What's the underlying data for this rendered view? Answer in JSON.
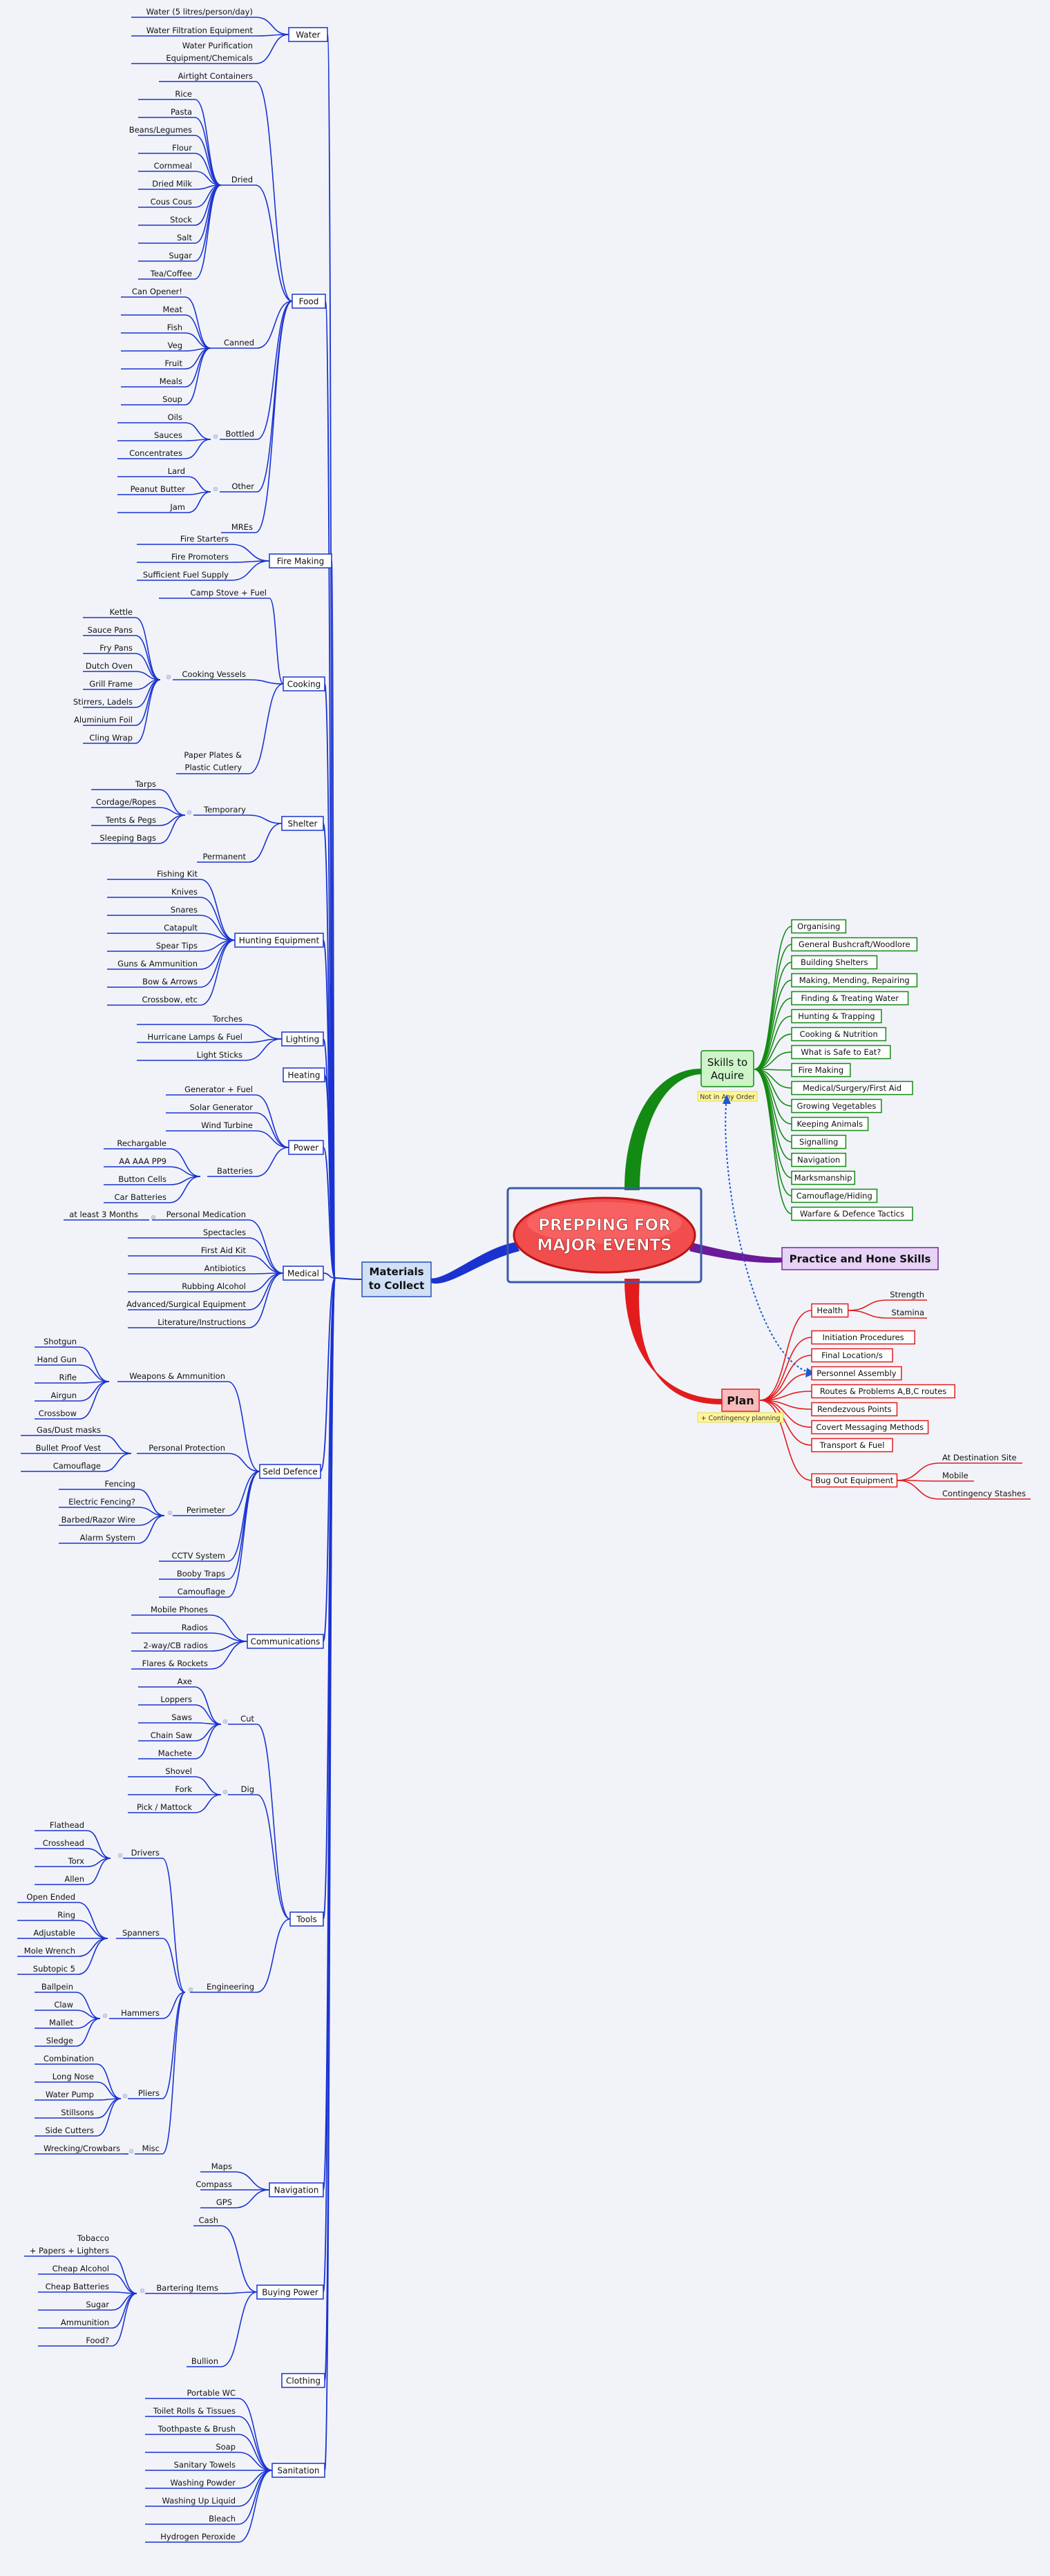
{
  "central_topic": {
    "lines": [
      "PREPPING FOR",
      "MAJOR EVENTS"
    ]
  },
  "main_topics": {
    "materials": {
      "lines": [
        "Materials",
        "to Collect"
      ]
    },
    "skills": {
      "lines": [
        "Skills to",
        "Aquire"
      ],
      "note": "Not in Any Order"
    },
    "practice": {
      "label": "Practice and Hone Skills"
    },
    "plan": {
      "label": "Plan",
      "note": "+ Contingency planning"
    }
  },
  "skills_items": [
    "Organising",
    "General Bushcraft/Woodlore",
    "Building Shelters",
    "Making, Mending, Repairing",
    "Finding & Treating Water",
    "Hunting & Trapping",
    "Cooking & Nutrition",
    "What is Safe to Eat?",
    "Fire Making",
    "Medical/Surgery/First Aid",
    "Growing Vegetables",
    "Keeping Animals",
    "Signalling",
    "Navigation",
    "Marksmanship",
    "Camouflage/Hiding",
    "Warfare & Defence Tactics"
  ],
  "plan_items": [
    "Health",
    "Initiation Procedures",
    "Final Location/s",
    "Personnel Assembly",
    "Routes & Problems A,B,C routes",
    "Rendezvous Points",
    "Covert Messaging Methods",
    "Transport & Fuel",
    "Bug Out Equipment"
  ],
  "plan_sub": {
    "health": [
      "Strength",
      "Stamina"
    ],
    "bugout": [
      "At Destination Site",
      "Mobile",
      "Contingency Stashes"
    ]
  },
  "materials": {
    "water": {
      "label": "Water",
      "items": [
        "Water (5 litres/person/day)",
        "Water Filtration Equipment",
        "Water Purification",
        "Equipment/Chemicals"
      ]
    },
    "food": {
      "label": "Food",
      "items": [
        "Airtight Containers",
        "MREs"
      ],
      "dried": {
        "label": "Dried",
        "items": [
          "Rice",
          "Pasta",
          "Beans/Legumes",
          "Flour",
          "Cornmeal",
          "Dried Milk",
          "Cous Cous",
          "Stock",
          "Salt",
          "Sugar",
          "Tea/Coffee"
        ]
      },
      "canned": {
        "label": "Canned",
        "items": [
          "Can Opener!",
          "Meat",
          "Fish",
          "Veg",
          "Fruit",
          "Meals",
          "Soup"
        ]
      },
      "bottled": {
        "label": "Bottled",
        "items": [
          "Oils",
          "Sauces",
          "Concentrates"
        ]
      },
      "other": {
        "label": "Other",
        "items": [
          "Lard",
          "Peanut Butter",
          "Jam"
        ]
      }
    },
    "fire": {
      "label": "Fire Making",
      "items": [
        "Fire Starters",
        "Fire Promoters",
        "Sufficient Fuel Supply"
      ]
    },
    "cooking": {
      "label": "Cooking",
      "items": [
        "Camp Stove + Fuel",
        "Paper Plates &",
        "Plastic Cutlery"
      ],
      "vessels": {
        "label": "Cooking Vessels",
        "items": [
          "Kettle",
          "Sauce Pans",
          "Fry Pans",
          "Dutch Oven",
          "Grill Frame",
          "Stirrers, Ladels",
          "Aluminium Foil",
          "Cling Wrap"
        ]
      }
    },
    "shelter": {
      "label": "Shelter",
      "items": [
        "Permanent"
      ],
      "temporary": {
        "label": "Temporary",
        "items": [
          "Tarps",
          "Cordage/Ropes",
          "Tents & Pegs",
          "Sleeping Bags"
        ]
      }
    },
    "hunting": {
      "label": "Hunting Equipment",
      "items": [
        "Fishing Kit",
        "Knives",
        "Snares",
        "Catapult",
        "Spear Tips",
        "Guns & Ammunition",
        "Bow & Arrows",
        "Crossbow, etc"
      ]
    },
    "lighting": {
      "label": "Lighting",
      "items": [
        "Torches",
        "Hurricane Lamps & Fuel",
        "Light Sticks"
      ]
    },
    "heating": {
      "label": "Heating"
    },
    "power": {
      "label": "Power",
      "items": [
        "Generator + Fuel",
        "Solar Generator",
        "Wind Turbine"
      ],
      "batteries": {
        "label": "Batteries",
        "items": [
          "Rechargable",
          "AA AAA PP9",
          "Button Cells",
          "Car Batteries"
        ]
      }
    },
    "medical": {
      "label": "Medical",
      "items": [
        "Spectacles",
        "First Aid Kit",
        "Antibiotics",
        "Rubbing Alcohol",
        "Advanced/Surgical Equipment",
        "Literature/Instructions"
      ],
      "personal": {
        "label": "Personal Medication",
        "items": [
          "at least 3 Months"
        ]
      }
    },
    "defence": {
      "label": "Seld Defence",
      "items": [
        "CCTV System",
        "Booby Traps",
        "Camouflage"
      ],
      "weapons": {
        "label": "Weapons & Ammunition",
        "items": [
          "Shotgun",
          "Hand Gun",
          "Rifle",
          "Airgun",
          "Crossbow"
        ]
      },
      "protection": {
        "label": "Personal Protection",
        "items": [
          "Gas/Dust masks",
          "Bullet Proof Vest",
          "Camouflage"
        ]
      },
      "perimeter": {
        "label": "Perimeter",
        "items": [
          "Fencing",
          "Electric Fencing?",
          "Barbed/Razor Wire",
          "Alarm System"
        ]
      }
    },
    "comms": {
      "label": "Communications",
      "items": [
        "Mobile Phones",
        "Radios",
        "2-way/CB radios",
        "Flares & Rockets"
      ]
    },
    "tools": {
      "label": "Tools",
      "cut": {
        "label": "Cut",
        "items": [
          "Axe",
          "Loppers",
          "Saws",
          "Chain Saw",
          "Machete"
        ]
      },
      "dig": {
        "label": "Dig",
        "items": [
          "Shovel",
          "Fork",
          "Pick / Mattock"
        ]
      },
      "engineering": {
        "label": "Engineering",
        "drivers": {
          "label": "Drivers",
          "items": [
            "Flathead",
            "Crosshead",
            "Torx",
            "Allen"
          ]
        },
        "spanners": {
          "label": "Spanners",
          "items": [
            "Open Ended",
            "Ring",
            "Adjustable",
            "Mole Wrench",
            "Subtopic 5"
          ]
        },
        "hammers": {
          "label": "Hammers",
          "items": [
            "Ballpein",
            "Claw",
            "Mallet",
            "Sledge"
          ]
        },
        "pliers": {
          "label": "Pliers",
          "items": [
            "Combination",
            "Long Nose",
            "Water Pump",
            "Stillsons",
            "Side Cutters"
          ]
        },
        "misc": {
          "label": "Misc",
          "items": [
            "Wrecking/Crowbars"
          ]
        }
      }
    },
    "navigation": {
      "label": "Navigation",
      "items": [
        "Maps",
        "Compass",
        "GPS"
      ]
    },
    "buying": {
      "label": "Buying Power",
      "items": [
        "Cash",
        "Bullion"
      ],
      "barter": {
        "label": "Bartering Items",
        "items": [
          "Tobacco",
          "+ Papers + Lighters",
          "Cheap Alcohol",
          "Cheap Batteries",
          "Sugar",
          "Ammunition",
          "Food?"
        ]
      }
    },
    "clothing": {
      "label": "Clothing"
    },
    "sanitation": {
      "label": "Sanitation",
      "items": [
        "Portable WC",
        "Toilet Rolls & Tissues",
        "Toothpaste & Brush",
        "Soap",
        "Sanitary Towels",
        "Washing Powder",
        "Washing Up Liquid",
        "Bleach",
        "Hydrogen Peroxide"
      ]
    }
  },
  "colors": {
    "background": "#f1f3f9",
    "materials_branch": "#1a33d0",
    "skills_branch": "#138a13",
    "practice_branch": "#6a1a9a",
    "plan_branch": "#e21c1c",
    "central_fill": "#f24d4d",
    "central_border": "#3a5aa8"
  }
}
